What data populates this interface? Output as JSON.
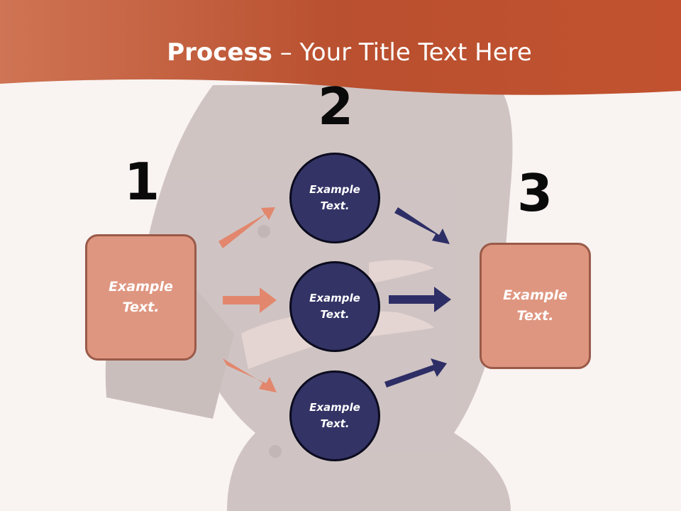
{
  "title": {
    "bold": "Process",
    "rest": " – Your Title Text Here"
  },
  "steps": [
    {
      "number": "1"
    },
    {
      "number": "2"
    },
    {
      "number": "3"
    }
  ],
  "left_box": {
    "label": "Example\nText."
  },
  "right_box": {
    "label": "Example\nText."
  },
  "circles": [
    {
      "label": "Example\nText."
    },
    {
      "label": "Example\nText."
    },
    {
      "label": "Example\nText."
    }
  ],
  "colors": {
    "header": "#c65a34",
    "box_fill": "#df9680",
    "circle_fill": "#333366",
    "arrow_in": "#e2876d",
    "arrow_out": "#2e2e66"
  }
}
